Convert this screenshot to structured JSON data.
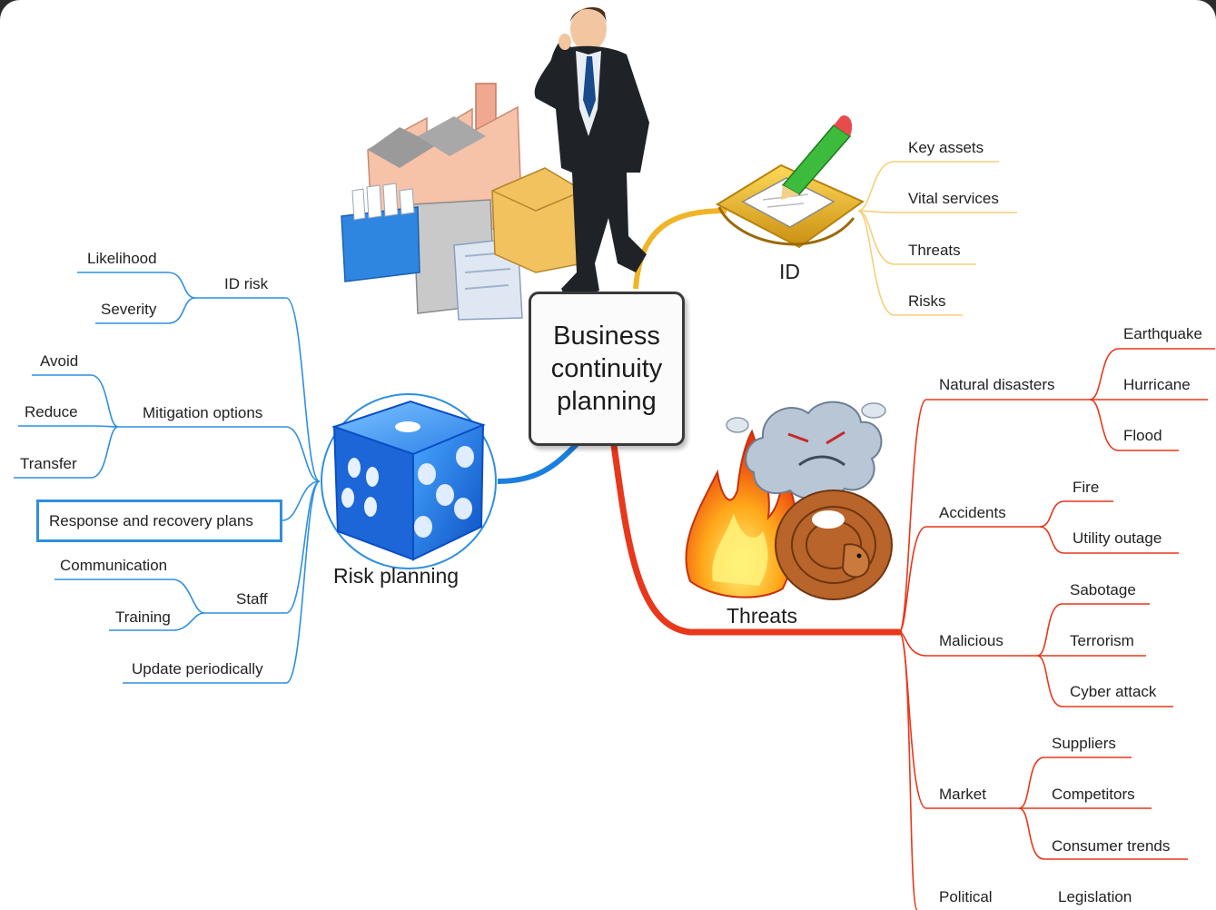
{
  "center": {
    "label": "Business\ncontinuity\nplanning"
  },
  "branches": {
    "id": {
      "label": "ID",
      "color": "#f0b429",
      "items": [
        "Key assets",
        "Vital services",
        "Threats",
        "Risks"
      ]
    },
    "risk_planning": {
      "label": "Risk planning",
      "color": "#2f8fe0",
      "id_risk": {
        "label": "ID risk",
        "items": [
          "Likelihood",
          "Severity"
        ]
      },
      "mitigation": {
        "label": "Mitigation options",
        "items": [
          "Avoid",
          "Reduce",
          "Transfer"
        ]
      },
      "response": {
        "label": "Response and recovery plans"
      },
      "staff": {
        "label": "Staff",
        "items": [
          "Communication",
          "Training"
        ]
      },
      "update": {
        "label": "Update periodically"
      }
    },
    "threats": {
      "label": "Threats",
      "color": "#e8371b",
      "natural": {
        "label": "Natural disasters",
        "items": [
          "Earthquake",
          "Hurricane",
          "Flood"
        ]
      },
      "accidents": {
        "label": "Accidents",
        "items": [
          "Fire",
          "Utility outage"
        ]
      },
      "malicious": {
        "label": "Malicious",
        "items": [
          "Sabotage",
          "Terrorism",
          "Cyber attack"
        ]
      },
      "market": {
        "label": "Market",
        "items": [
          "Suppliers",
          "Competitors",
          "Consumer trends"
        ]
      },
      "political": {
        "label": "Political",
        "items": [
          "Legislation"
        ]
      }
    }
  },
  "icons": [
    "factory-icon",
    "businessman-icon",
    "notepad-pencil-icon",
    "dice-icon",
    "fire-icon",
    "storm-cloud-icon",
    "snake-icon"
  ]
}
